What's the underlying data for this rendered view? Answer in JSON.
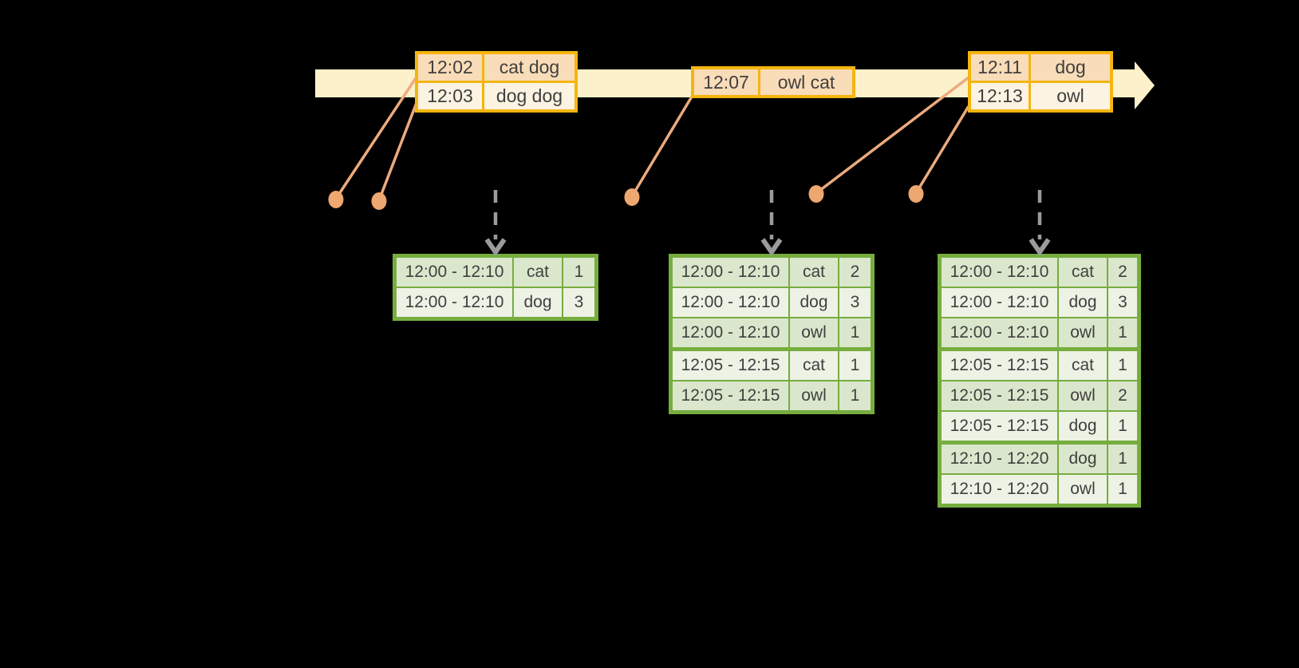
{
  "colors": {
    "background": "#000000",
    "timeline_band": "#fcf1ca",
    "event_table_border": "#f5b510",
    "event_row_dark": "#f9dcb8",
    "event_row_light": "#fcf3e2",
    "result_table_border": "#76ad3f",
    "result_row_dark": "#dbe7cc",
    "result_row_light": "#edf2e5",
    "connector_salmon": "#edaa7d",
    "trigger_arrow_gray": "#9b9b9b",
    "table_text": "#3f3f3f"
  },
  "timeline": {
    "event_tables": [
      {
        "rows": [
          {
            "time": "12:02",
            "words": "cat dog"
          },
          {
            "time": "12:03",
            "words": "dog dog"
          }
        ]
      },
      {
        "rows": [
          {
            "time": "12:07",
            "words": "owl cat"
          }
        ]
      },
      {
        "rows": [
          {
            "time": "12:11",
            "words": "dog"
          },
          {
            "time": "12:13",
            "words": "owl"
          }
        ]
      }
    ]
  },
  "result_tables": [
    {
      "rows": [
        {
          "window": "12:00 - 12:10",
          "word": "cat",
          "count": "1"
        },
        {
          "window": "12:00 - 12:10",
          "word": "dog",
          "count": "3"
        }
      ]
    },
    {
      "rows": [
        {
          "window": "12:00 - 12:10",
          "word": "cat",
          "count": "2"
        },
        {
          "window": "12:00 - 12:10",
          "word": "dog",
          "count": "3"
        },
        {
          "window": "12:00 - 12:10",
          "word": "owl",
          "count": "1"
        },
        {
          "window": "12:05 - 12:15",
          "word": "cat",
          "count": "1"
        },
        {
          "window": "12:05 - 12:15",
          "word": "owl",
          "count": "1"
        }
      ]
    },
    {
      "rows": [
        {
          "window": "12:00 - 12:10",
          "word": "cat",
          "count": "2"
        },
        {
          "window": "12:00 - 12:10",
          "word": "dog",
          "count": "3"
        },
        {
          "window": "12:00 - 12:10",
          "word": "owl",
          "count": "1"
        },
        {
          "window": "12:05 - 12:15",
          "word": "cat",
          "count": "1"
        },
        {
          "window": "12:05 - 12:15",
          "word": "owl",
          "count": "2"
        },
        {
          "window": "12:05 - 12:15",
          "word": "dog",
          "count": "1"
        },
        {
          "window": "12:10 - 12:20",
          "word": "dog",
          "count": "1"
        },
        {
          "window": "12:10 - 12:20",
          "word": "owl",
          "count": "1"
        }
      ]
    }
  ]
}
